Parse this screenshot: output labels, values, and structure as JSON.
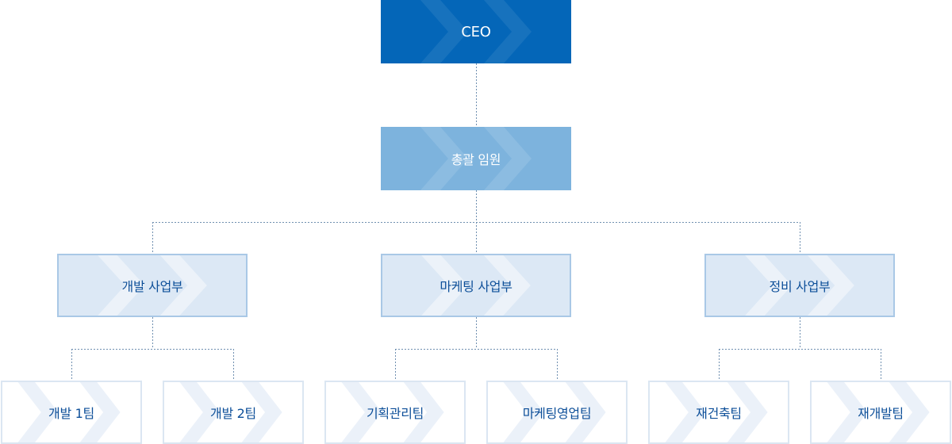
{
  "ceo": {
    "label": "CEO"
  },
  "executive": {
    "label": "총괄 임원"
  },
  "divisions": [
    {
      "label": "개발 사업부",
      "teams": [
        {
          "label": "개발 1팀"
        },
        {
          "label": "개발 2팀"
        }
      ]
    },
    {
      "label": "마케팅 사업부",
      "teams": [
        {
          "label": "기획관리팀"
        },
        {
          "label": "마케팅영업팀"
        }
      ]
    },
    {
      "label": "정비 사업부",
      "teams": [
        {
          "label": "재건축팀"
        },
        {
          "label": "재개발팀"
        }
      ]
    }
  ],
  "colors": {
    "ceo_bg": "#0466b8",
    "executive_bg": "#7db3dd",
    "division_bg": "#dce8f5",
    "division_border": "#a9c8e6",
    "team_border": "#dbe6f2",
    "text_dark": "#0d4f99",
    "connector": "#6f8fb0"
  }
}
